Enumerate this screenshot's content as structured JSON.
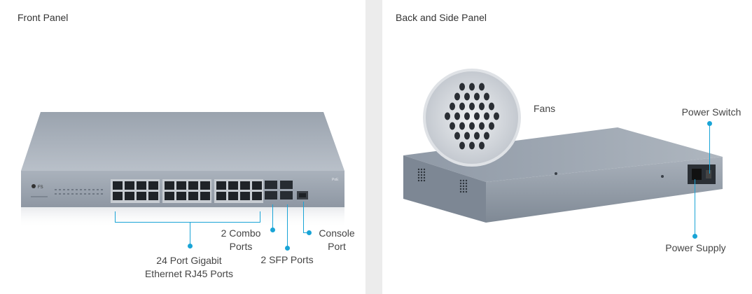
{
  "front": {
    "title": "Front Panel",
    "labels": {
      "rj45": "24 Port Gigabit\nEthernet RJ45 Ports",
      "combo": "2 Combo\nPorts",
      "sfp": "2 SFP Ports",
      "console": "Console\nPort"
    }
  },
  "back": {
    "title": "Back and Side Panel",
    "labels": {
      "fans": "Fans",
      "power_switch": "Power Switch",
      "power_supply": "Power Supply"
    }
  },
  "colors": {
    "accent": "#19a4d6",
    "chassis": "#8f99a6",
    "chassis_light": "#b6bec8"
  },
  "icons": [
    "fs-logo-icon",
    "poe-badge-icon"
  ]
}
